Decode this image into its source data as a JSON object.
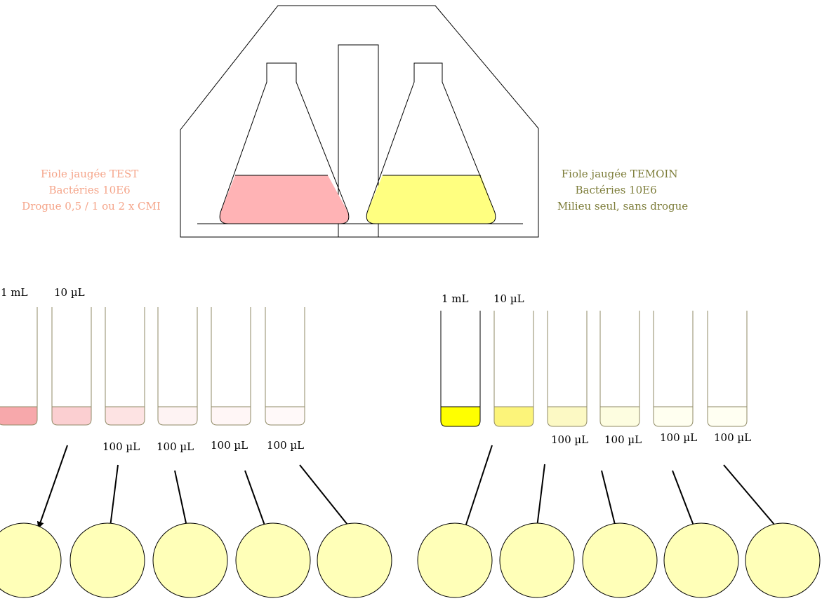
{
  "test_flask": {
    "label_lines": [
      "Fiole jaugée TEST",
      "Bactéries 10E6",
      "Drogue 0,5 / 1 ou 2 x CMI"
    ],
    "text_color": "#f5a58a",
    "liquid_color": "#ffb3b5"
  },
  "control_flask": {
    "label_lines": [
      "Fiole jaugée TEMOIN",
      "Bactéries 10E6",
      "Milieu seul, sans drogue"
    ],
    "text_color": "#7d7d3a",
    "liquid_color": "#ffff80"
  },
  "test_series": {
    "tube_volume_labels": [
      "1 mL",
      "10 µL"
    ],
    "transfer_labels": [
      "100 µL",
      "100 µL",
      "100 µL",
      "100 µL"
    ],
    "tube_liquid_colors": [
      "#f7a8ab",
      "#fbcfd1",
      "#fde3e3",
      "#fef3f3",
      "#fff6f6",
      "#fff9f9"
    ],
    "plate_count": 5
  },
  "control_series": {
    "tube_volume_labels": [
      "1 mL",
      "10 µL"
    ],
    "transfer_labels": [
      "100 µL",
      "100 µL",
      "100 µL",
      "100 µL"
    ],
    "tube_liquid_colors": [
      "#ffff00",
      "#fcf47a",
      "#fcf9c4",
      "#fdfde0",
      "#fffff0",
      "#fffff2"
    ],
    "plate_count": 5
  },
  "colors": {
    "plate_fill": "#ffffb8",
    "tube_stroke": "#8f8a66",
    "outline": "#000000"
  }
}
